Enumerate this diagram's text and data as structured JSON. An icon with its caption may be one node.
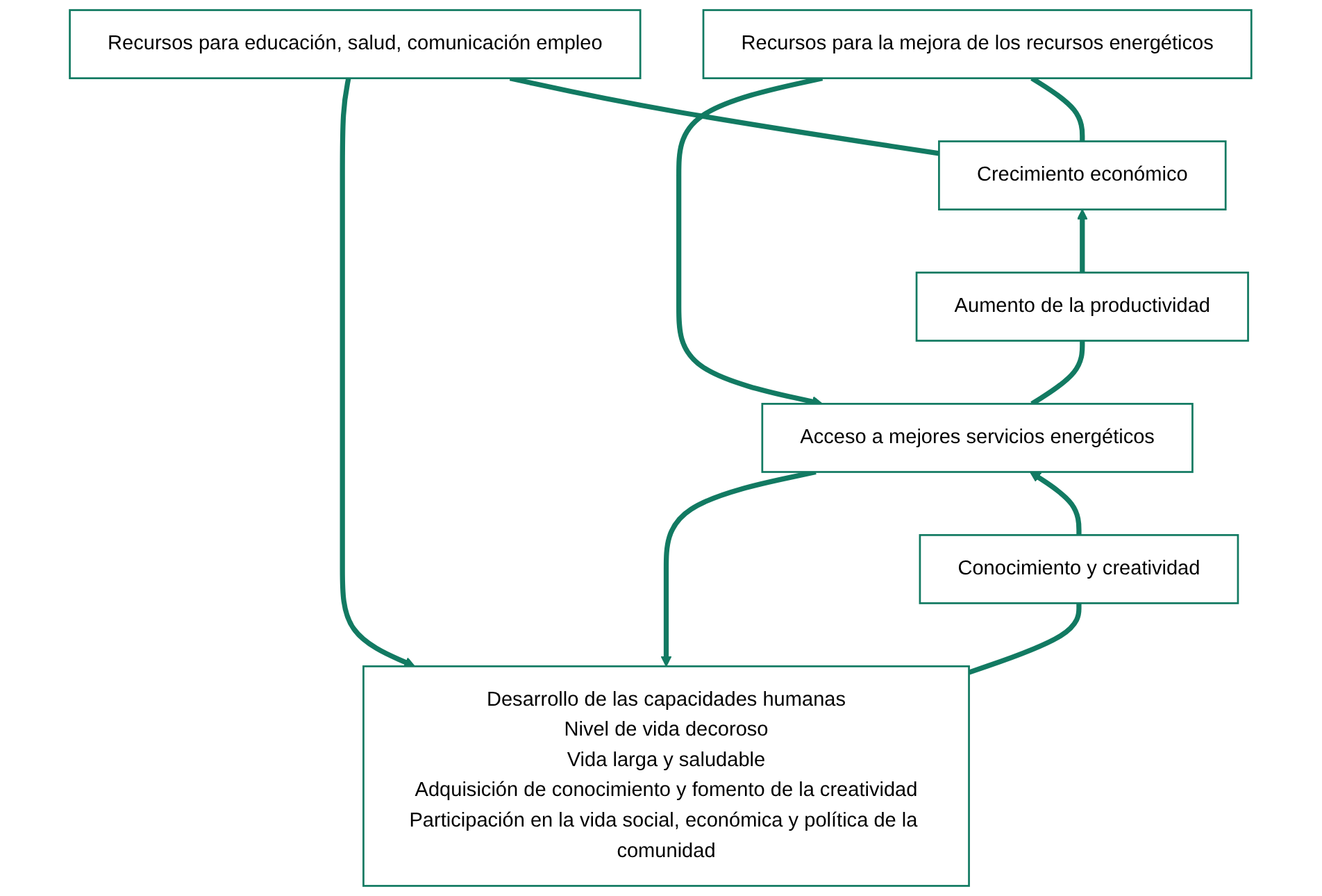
{
  "diagram": {
    "nodes": [
      {
        "text": [
          "Desarrollo de las capacidades humanas",
          "Nivel de vida decoroso",
          "Vida larga y saludable",
          "Adquisición de conocimiento y fomento de la creatividad",
          "Participación en la vida social, económica y política de la comunidad"
        ]
      },
      {
        "text": [
          "Recursos para educación, salud, comunicación empleo"
        ]
      },
      {
        "text": [
          "Conocimiento y creatividad"
        ]
      },
      {
        "text": [
          "Crecimiento económico"
        ]
      },
      {
        "text": [
          "Recursos para la mejora de los recursos energéticos"
        ]
      },
      {
        "text": [
          "Aumento de la productividad"
        ]
      },
      {
        "text": [
          "Acceso a mejores servicios energéticos"
        ]
      }
    ],
    "edges": [
      {
        "from": 0,
        "to": 2,
        "arrow": "none"
      },
      {
        "from": 2,
        "to": 6,
        "arrow": "to"
      },
      {
        "from": 6,
        "to": 0,
        "arrow": "to"
      },
      {
        "from": 3,
        "to": 1,
        "arrow": "none"
      },
      {
        "from": 1,
        "to": 0,
        "arrow": "to"
      },
      {
        "from": 3,
        "to": 4,
        "arrow": "none"
      },
      {
        "from": 4,
        "to": 6,
        "arrow": "to"
      },
      {
        "from": 6,
        "to": 5,
        "arrow": "none"
      },
      {
        "from": 5,
        "to": 3,
        "arrow": "to"
      }
    ]
  }
}
